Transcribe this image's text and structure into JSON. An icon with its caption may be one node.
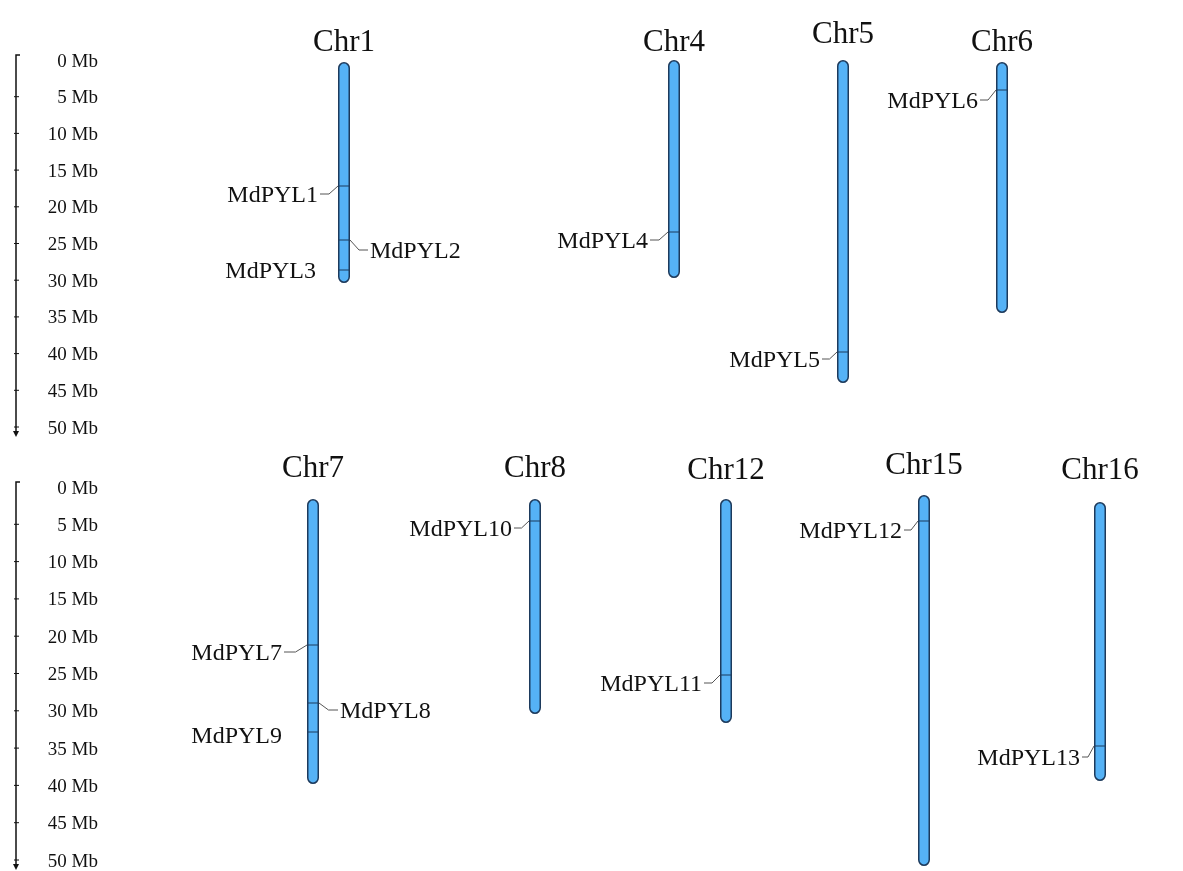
{
  "diagram": {
    "nodes": [
      {
        "text": [
          "Chr1"
        ]
      },
      {
        "text": [
          "Chr4"
        ]
      },
      {
        "text": [
          "Chr5"
        ]
      },
      {
        "text": [
          "Chr6"
        ]
      },
      {
        "text": [
          "Chr7"
        ]
      },
      {
        "text": [
          "Chr8"
        ]
      },
      {
        "text": [
          "Chr12"
        ]
      },
      {
        "text": [
          "Chr15"
        ]
      },
      {
        "text": [
          "Chr16"
        ]
      },
      {
        "text": [
          "MdPYL1"
        ]
      },
      {
        "text": [
          "MdPYL2"
        ]
      },
      {
        "text": [
          "MdPYL4"
        ]
      },
      {
        "text": [
          "MdPYL5"
        ]
      },
      {
        "text": [
          "MdPYL6"
        ]
      },
      {
        "text": [
          "MdPYL7"
        ]
      },
      {
        "text": [
          "MdPYL8"
        ]
      },
      {
        "text": [
          "MdPYL10"
        ]
      },
      {
        "text": [
          "MdPYL11"
        ]
      },
      {
        "text": [
          "MdPYL12"
        ]
      },
      {
        "text": [
          "MdPYL13"
        ]
      }
    ],
    "edges": [
      {
        "from": 9,
        "to": 0,
        "arrow": "none"
      },
      {
        "from": 10,
        "to": 0,
        "arrow": "none"
      },
      {
        "from": 11,
        "to": 1,
        "arrow": "none"
      },
      {
        "from": 12,
        "to": 2,
        "arrow": "none"
      },
      {
        "from": 13,
        "to": 3,
        "arrow": "none"
      },
      {
        "from": 14,
        "to": 4,
        "arrow": "none"
      },
      {
        "from": 15,
        "to": 4,
        "arrow": "none"
      },
      {
        "from": 16,
        "to": 5,
        "arrow": "none"
      },
      {
        "from": 17,
        "to": 6,
        "arrow": "none"
      },
      {
        "from": 18,
        "to": 7,
        "arrow": "none"
      },
      {
        "from": 19,
        "to": 8,
        "arrow": "none"
      }
    ],
    "labels": [
      "0 Mb",
      "5 Mb",
      "10 Mb",
      "15 Mb",
      "20 Mb",
      "25 Mb",
      "30 Mb",
      "35 Mb",
      "40 Mb",
      "45 Mb",
      "50 Mb",
      "MdPYL3",
      "0 Mb",
      "5 Mb",
      "10 Mb",
      "15 Mb",
      "20 Mb",
      "25 Mb",
      "30 Mb",
      "35 Mb",
      "40 Mb",
      "45 Mb",
      "50 Mb",
      "MdPYL9"
    ]
  }
}
